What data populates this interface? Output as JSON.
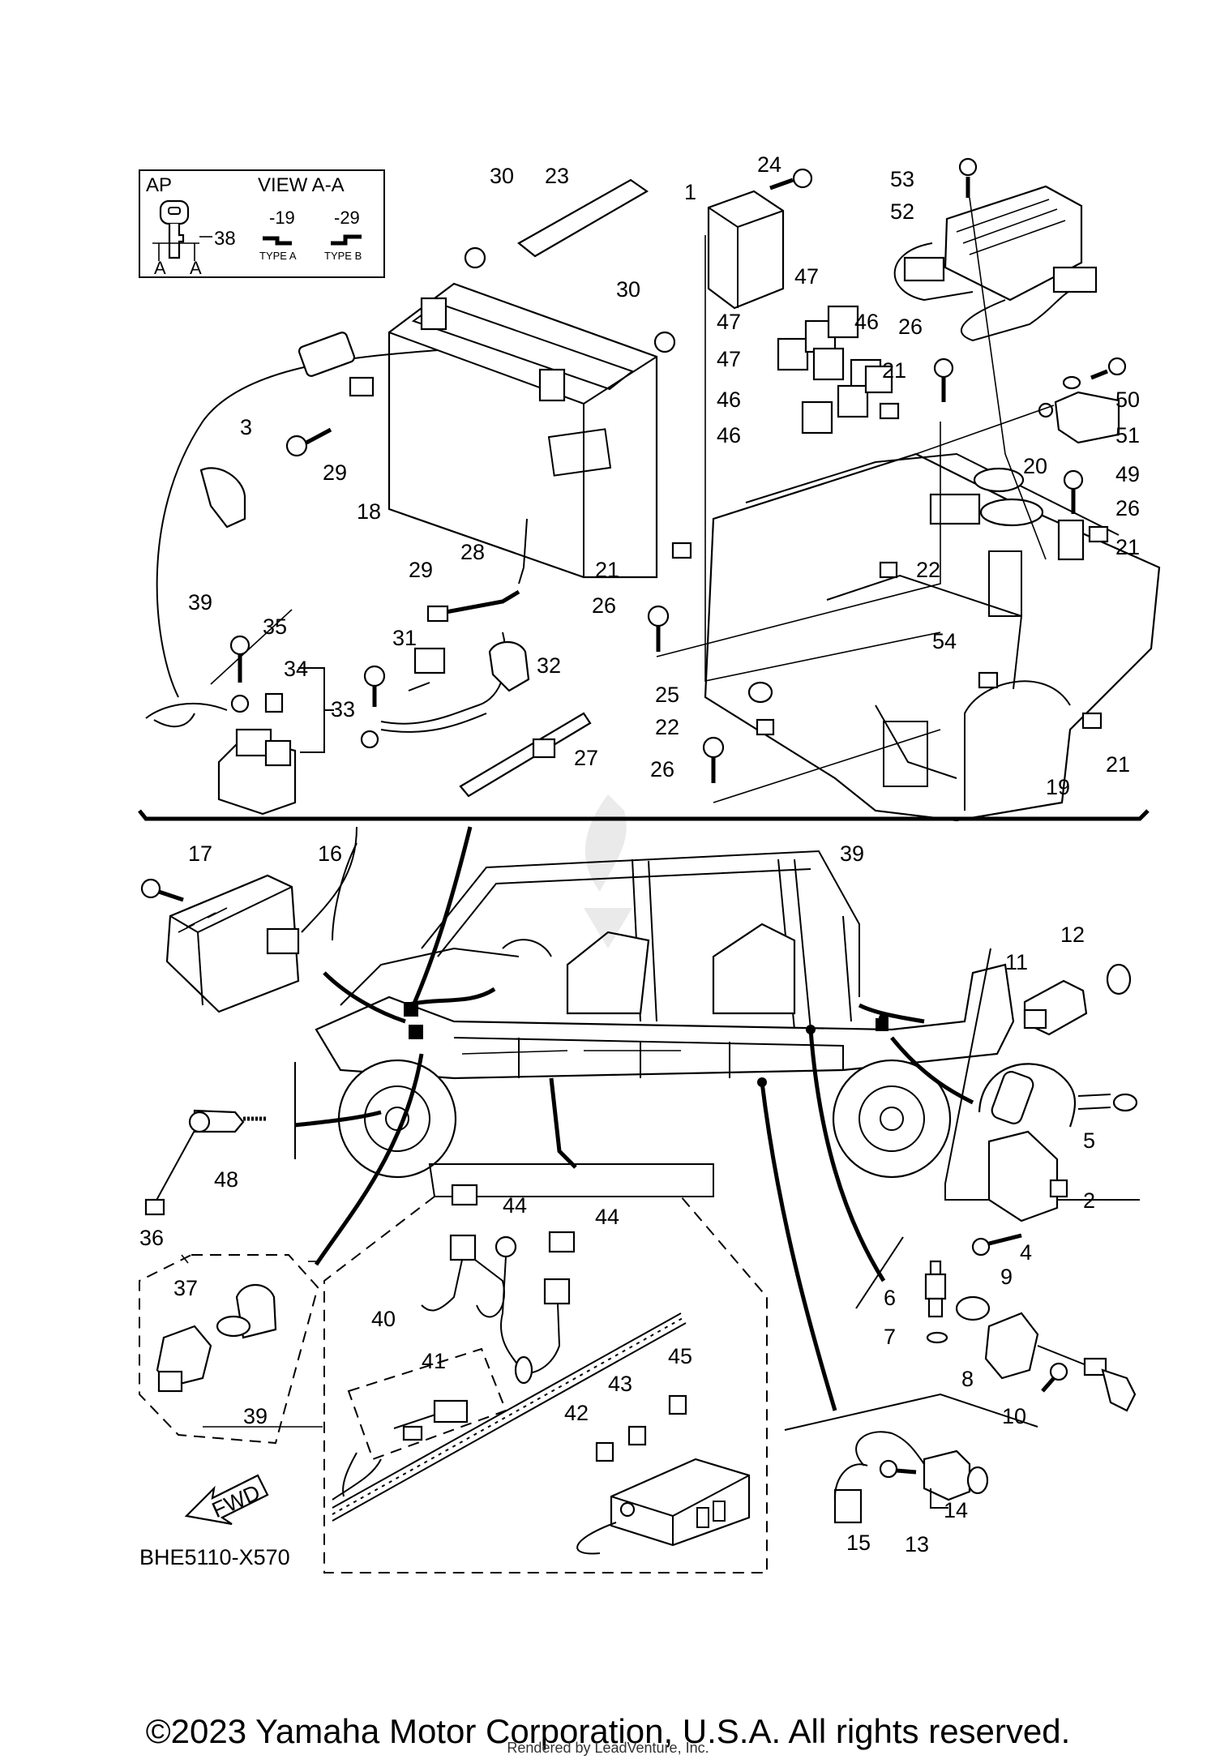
{
  "inset": {
    "title": "AP",
    "view": "VIEW A-A",
    "ref": "38",
    "a_left": "A",
    "a_right": "A",
    "type_a_num": "-19",
    "type_b_num": "-29",
    "type_a": "TYPE A",
    "type_b": "TYPE B"
  },
  "callouts": [
    "1",
    "2",
    "3",
    "4",
    "5",
    "6",
    "7",
    "8",
    "9",
    "10",
    "11",
    "12",
    "13",
    "14",
    "15",
    "16",
    "17",
    "18",
    "19",
    "20",
    "21",
    "22",
    "23",
    "24",
    "25",
    "26",
    "27",
    "28",
    "29",
    "30",
    "31",
    "32",
    "33",
    "34",
    "35",
    "36",
    "37",
    "38",
    "39",
    "40",
    "41",
    "42",
    "43",
    "44",
    "45",
    "46",
    "47",
    "48",
    "49",
    "50",
    "51",
    "52",
    "53",
    "54"
  ],
  "diagram_code": "BHE5110-X570",
  "fwd_label": "FWD",
  "copyright": "©2023 Yamaha Motor Corporation, U.S.A. All rights reserved.",
  "rendered_by": "Rendered by LeadVenture, Inc."
}
